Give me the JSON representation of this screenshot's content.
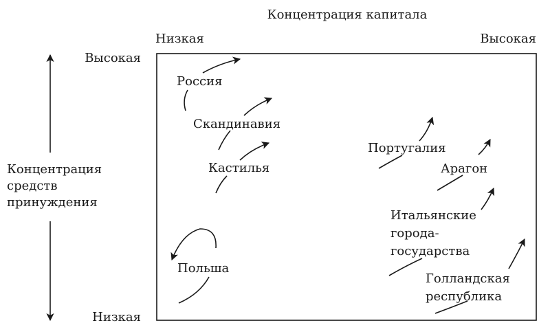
{
  "title": "Концентрация капитала",
  "x_axis": {
    "low": "Низкая",
    "high": "Высокая"
  },
  "y_axis": {
    "label_lines": [
      "Концентрация",
      "средств",
      "принуждения"
    ],
    "low": "Низкая",
    "high": "Высокая"
  },
  "states": [
    {
      "lines": [
        "Россия"
      ]
    },
    {
      "lines": [
        "Скандинавия"
      ]
    },
    {
      "lines": [
        "Кастилья"
      ]
    },
    {
      "lines": [
        "Польша"
      ]
    },
    {
      "lines": [
        "Португалия"
      ]
    },
    {
      "lines": [
        "Арагон"
      ]
    },
    {
      "lines": [
        "Итальянские",
        "города-",
        "государства"
      ]
    },
    {
      "lines": [
        "Голландская",
        "республика"
      ]
    }
  ]
}
